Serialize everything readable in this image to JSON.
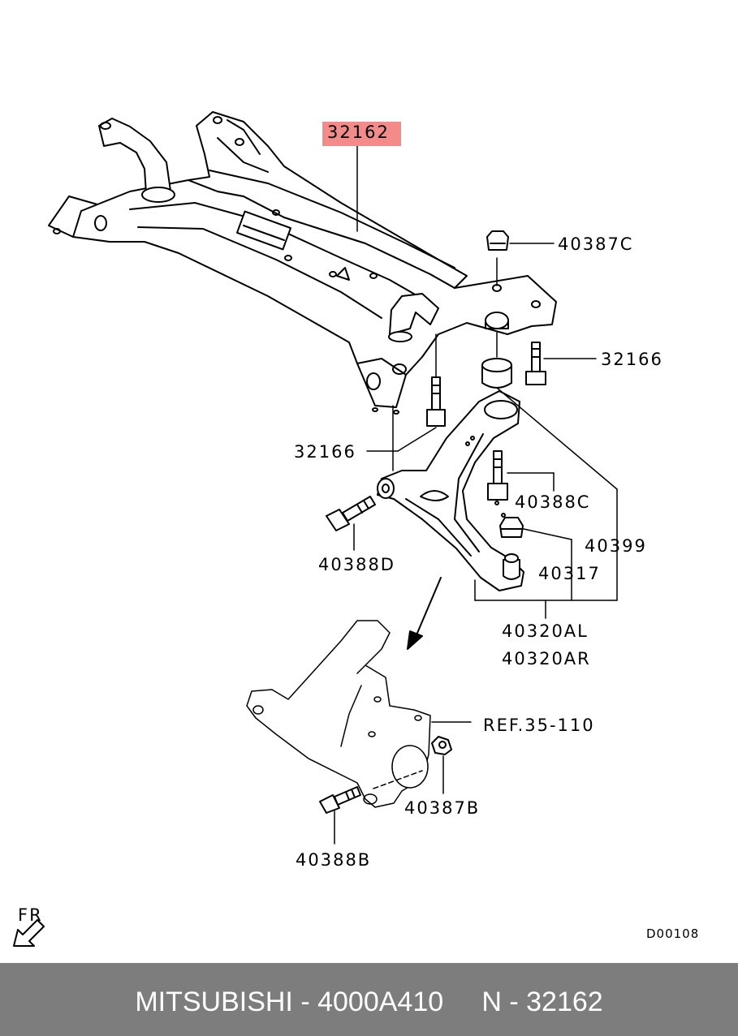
{
  "labels": {
    "l32162_top": "32162",
    "l40387c": "40387C",
    "l32166_right": "32166",
    "l32166_left": "32166",
    "l40388c": "40388C",
    "l40399": "40399",
    "l40317": "40317",
    "l40388d": "40388D",
    "l40320al": "40320AL",
    "l40320ar": "40320AR",
    "ref": "REF.35-110",
    "l40387b": "40387B",
    "l40388b": "40388B",
    "fr": "FR",
    "code": "D00108"
  },
  "highlight_color": "#f48b8b",
  "footer": {
    "text": "MITSUBISHI - 4000A410     N - 32162",
    "background": "#7d7d7d"
  }
}
